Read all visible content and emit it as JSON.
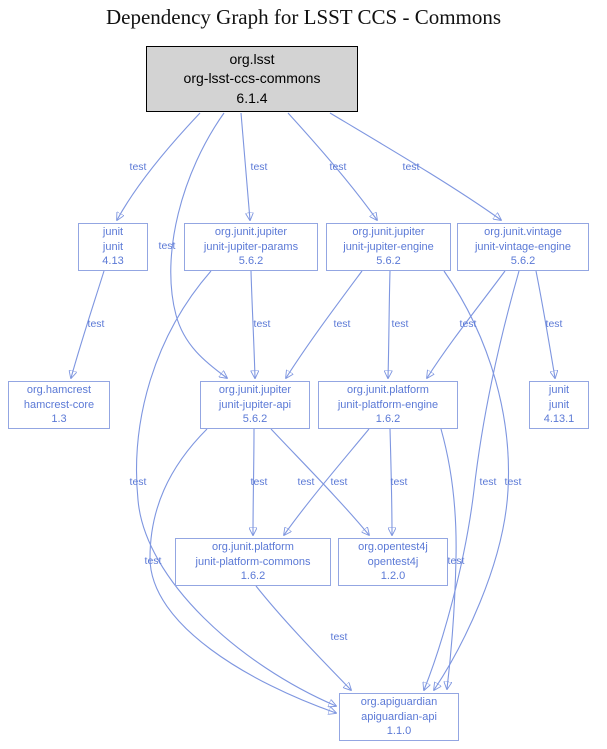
{
  "title": "Dependency Graph for LSST CCS - Commons",
  "colors": {
    "node_text": "#5b79d6",
    "node_border": "#93a6e2",
    "edge": "#7e96e0",
    "root_fill": "#d3d3d3"
  },
  "root_node": {
    "id": "org-lsst-ccs-commons",
    "group": "org.lsst",
    "artifact": "org-lsst-ccs-commons",
    "version": "6.1.4"
  },
  "nodes": [
    {
      "id": "junit-4-13",
      "group": "junit",
      "artifact": "junit",
      "version": "4.13"
    },
    {
      "id": "junit-jupiter-params",
      "group": "org.junit.jupiter",
      "artifact": "junit-jupiter-params",
      "version": "5.6.2"
    },
    {
      "id": "junit-jupiter-engine",
      "group": "org.junit.jupiter",
      "artifact": "junit-jupiter-engine",
      "version": "5.6.2"
    },
    {
      "id": "junit-vintage-engine",
      "group": "org.junit.vintage",
      "artifact": "junit-vintage-engine",
      "version": "5.6.2"
    },
    {
      "id": "hamcrest-core",
      "group": "org.hamcrest",
      "artifact": "hamcrest-core",
      "version": "1.3"
    },
    {
      "id": "junit-jupiter-api",
      "group": "org.junit.jupiter",
      "artifact": "junit-jupiter-api",
      "version": "5.6.2"
    },
    {
      "id": "junit-platform-engine",
      "group": "org.junit.platform",
      "artifact": "junit-platform-engine",
      "version": "1.6.2"
    },
    {
      "id": "junit-4-13-1",
      "group": "junit",
      "artifact": "junit",
      "version": "4.13.1"
    },
    {
      "id": "junit-platform-commons",
      "group": "org.junit.platform",
      "artifact": "junit-platform-commons",
      "version": "1.6.2"
    },
    {
      "id": "opentest4j",
      "group": "org.opentest4j",
      "artifact": "opentest4j",
      "version": "1.2.0"
    },
    {
      "id": "apiguardian-api",
      "group": "org.apiguardian",
      "artifact": "apiguardian-api",
      "version": "1.1.0"
    }
  ],
  "edges": [
    {
      "from": "org-lsst-ccs-commons",
      "to": "junit-4-13",
      "label": "test"
    },
    {
      "from": "org-lsst-ccs-commons",
      "to": "junit-jupiter-params",
      "label": "test"
    },
    {
      "from": "org-lsst-ccs-commons",
      "to": "junit-jupiter-engine",
      "label": "test"
    },
    {
      "from": "org-lsst-ccs-commons",
      "to": "junit-vintage-engine",
      "label": "test"
    },
    {
      "from": "org-lsst-ccs-commons",
      "to": "junit-jupiter-api",
      "label": "test"
    },
    {
      "from": "junit-4-13",
      "to": "hamcrest-core",
      "label": "test"
    },
    {
      "from": "junit-jupiter-params",
      "to": "junit-jupiter-api",
      "label": "test"
    },
    {
      "from": "junit-jupiter-engine",
      "to": "junit-jupiter-api",
      "label": "test"
    },
    {
      "from": "junit-jupiter-engine",
      "to": "junit-platform-engine",
      "label": "test"
    },
    {
      "from": "junit-vintage-engine",
      "to": "junit-platform-engine",
      "label": "test"
    },
    {
      "from": "junit-vintage-engine",
      "to": "junit-4-13-1",
      "label": "test"
    },
    {
      "from": "junit-jupiter-params",
      "to": "apiguardian-api",
      "label": "test"
    },
    {
      "from": "junit-jupiter-api",
      "to": "junit-platform-commons",
      "label": "test"
    },
    {
      "from": "junit-jupiter-api",
      "to": "opentest4j",
      "label": "test"
    },
    {
      "from": "junit-platform-engine",
      "to": "junit-platform-commons",
      "label": "test"
    },
    {
      "from": "junit-platform-engine",
      "to": "opentest4j",
      "label": "test"
    },
    {
      "from": "junit-vintage-engine",
      "to": "apiguardian-api",
      "label": "test"
    },
    {
      "from": "junit-jupiter-engine",
      "to": "apiguardian-api",
      "label": "test"
    },
    {
      "from": "junit-jupiter-api",
      "to": "apiguardian-api",
      "label": "test"
    },
    {
      "from": "junit-platform-engine",
      "to": "apiguardian-api",
      "label": "test"
    },
    {
      "from": "junit-platform-commons",
      "to": "apiguardian-api",
      "label": "test"
    }
  ]
}
